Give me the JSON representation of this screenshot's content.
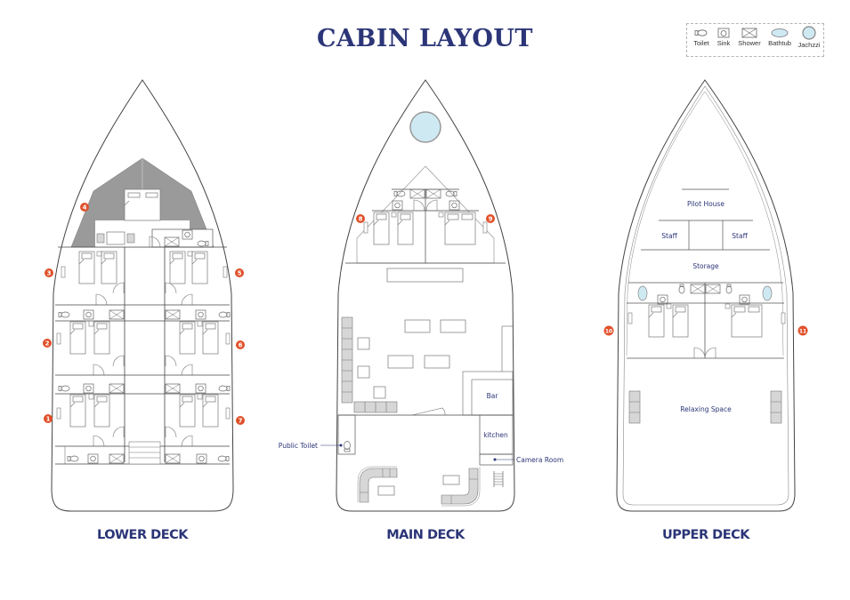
{
  "title": "CABIN LAYOUT",
  "legend": [
    {
      "icon": "toilet-icon",
      "label": "Toilet"
    },
    {
      "icon": "sink-icon",
      "label": "Sink"
    },
    {
      "icon": "shower-icon",
      "label": "Shower"
    },
    {
      "icon": "bathtub-icon",
      "label": "Bathtub"
    },
    {
      "icon": "jacuzzi-icon",
      "label": "Jachzzi"
    }
  ],
  "decks": {
    "lower": {
      "label": "LOWER DECK",
      "cabin_numbers": [
        "1",
        "2",
        "3",
        "4",
        "5",
        "6",
        "7"
      ]
    },
    "main": {
      "label": "MAIN DECK",
      "cabin_numbers": [
        "8",
        "9"
      ],
      "rooms": {
        "bar": "Bar",
        "kitchen": "kitchen"
      },
      "callouts": {
        "public_toilet": "Public Toilet",
        "camera_room": "Camera Room"
      }
    },
    "upper": {
      "label": "UPPER DECK",
      "cabin_numbers": [
        "10",
        "11"
      ],
      "rooms": {
        "pilot_house": "Pilot House",
        "staff_left": "Staff",
        "staff_right": "Staff",
        "storage": "Storage",
        "relaxing_space": "Relaxing Space"
      }
    }
  },
  "colors": {
    "title": "#2b3577",
    "badge": "#e0502a",
    "water": "#cfe9f3",
    "shaded": "#9a9a9a",
    "cushion": "#d9d9d9",
    "line": "#555555"
  }
}
